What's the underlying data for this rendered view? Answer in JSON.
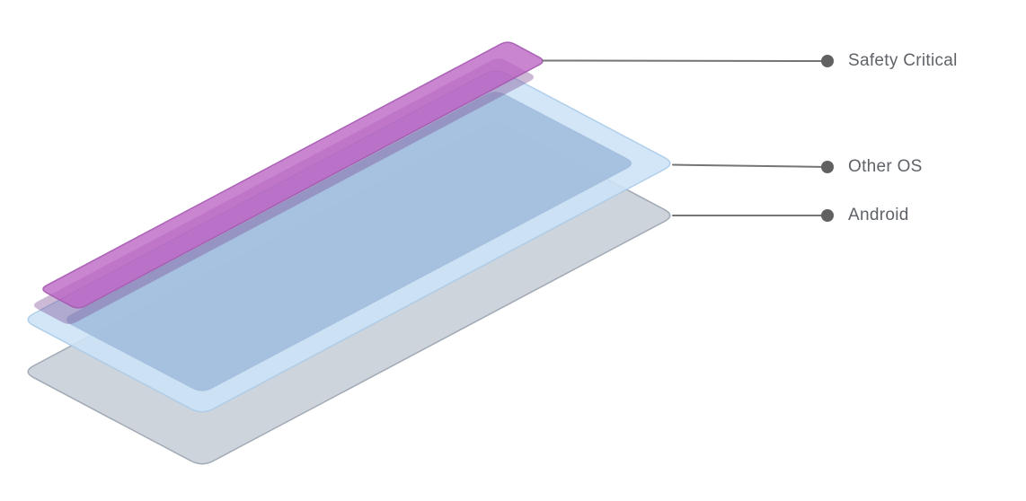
{
  "diagram": {
    "background": "#ffffff",
    "callouts": [
      {
        "id": "safety-critical",
        "label": "Safety Critical"
      },
      {
        "id": "other-os",
        "label": "Other OS"
      },
      {
        "id": "android",
        "label": "Android"
      }
    ],
    "colors": {
      "safety_critical_fill": "#bb63c4",
      "safety_critical_stroke": "#a55ab0",
      "safety_critical_shadow": "#7e4f96",
      "other_os_fill": "#cde2f7",
      "other_os_stroke": "#aacbe8",
      "other_os_inner_fill": "#a3bedd",
      "other_os_inner_stroke": "#96b4d6",
      "android_fill": "#b9c2cc",
      "android_stroke": "#99a3ae",
      "leader_line": "#757575",
      "dot": "#616161",
      "label_text": "#5f6368"
    }
  }
}
